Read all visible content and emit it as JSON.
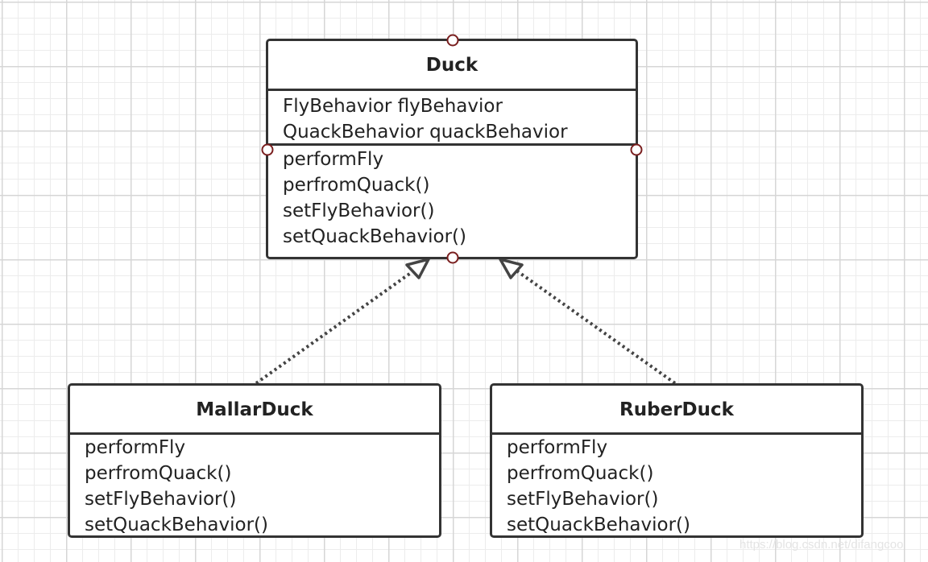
{
  "diagram": {
    "classes": {
      "duck": {
        "name": "Duck",
        "attributes": [
          "FlyBehavior flyBehavior",
          "QuackBehavior quackBehavior"
        ],
        "methods": [
          "performFly",
          "perfromQuack()",
          "setFlyBehavior()",
          "setQuackBehavior()"
        ]
      },
      "mallar_duck": {
        "name": "MallarDuck",
        "methods": [
          "performFly",
          "perfromQuack()",
          "setFlyBehavior()",
          "setQuackBehavior()"
        ]
      },
      "ruber_duck": {
        "name": "RuberDuck",
        "methods": [
          "performFly",
          "perfromQuack()",
          "setFlyBehavior()",
          "setQuackBehavior()"
        ]
      }
    },
    "relations": [
      {
        "from": "MallarDuck",
        "to": "Duck",
        "kind": "realization",
        "line": "dotted",
        "arrowhead": "hollow-triangle"
      },
      {
        "from": "RuberDuck",
        "to": "Duck",
        "kind": "realization",
        "line": "dotted",
        "arrowhead": "hollow-triangle"
      }
    ],
    "connection_point_color": "#7a1f1f",
    "border_color": "#333333"
  },
  "watermark": "https://blog.csdn.net/difangcoo"
}
